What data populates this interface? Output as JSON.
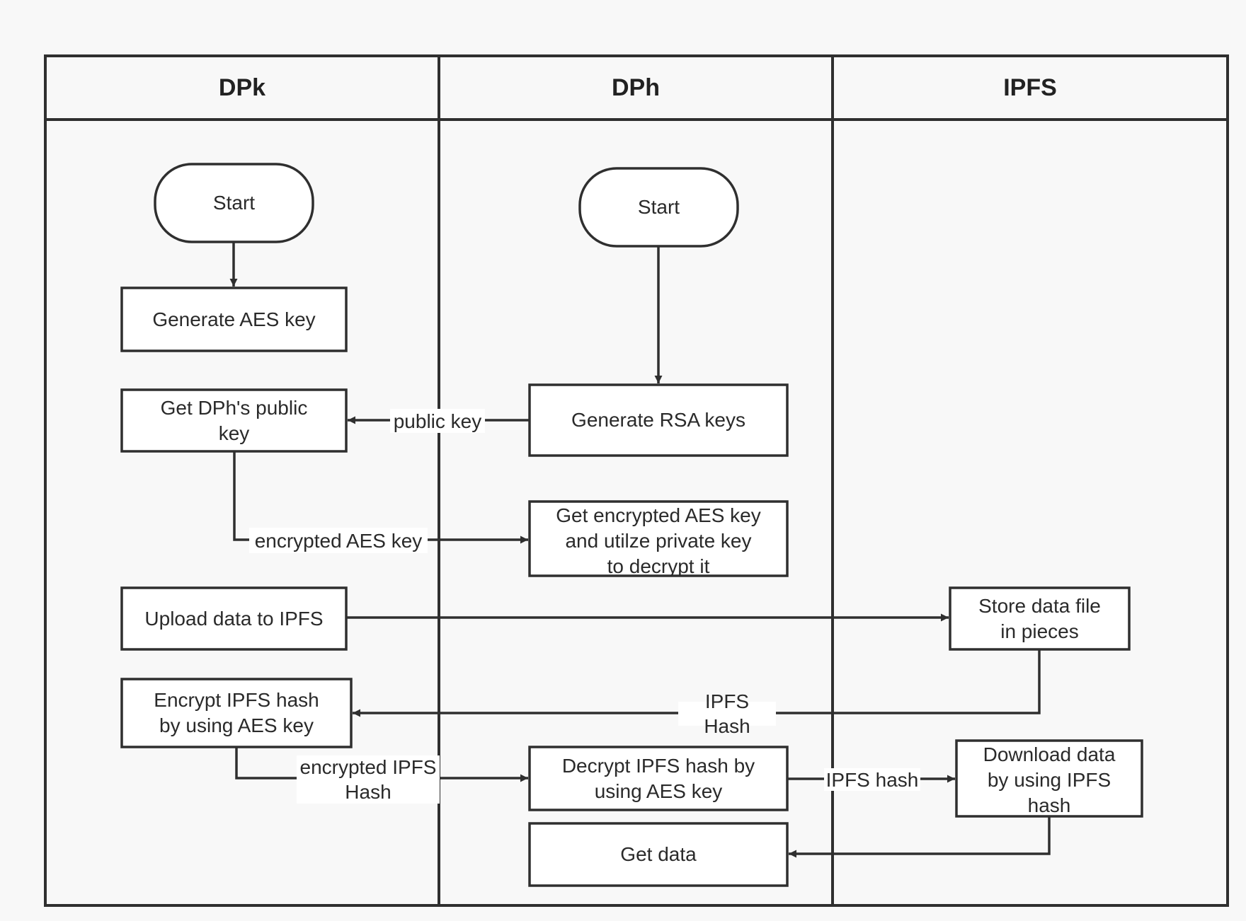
{
  "lanes": [
    {
      "title": "DPk"
    },
    {
      "title": "DPh"
    },
    {
      "title": "IPFS"
    }
  ],
  "nodes": {
    "dpk_start": "Start",
    "generate_aes_key": "Generate AES key",
    "get_dph_public_key": "Get DPh's public\nkey",
    "upload_data_to_ipfs": "Upload data to IPFS",
    "encrypt_ipfs_hash": "Encrypt IPFS hash\nby using AES key",
    "dph_start": "Start",
    "generate_rsa_keys": "Generate RSA keys",
    "get_encrypted_aes_key": "Get encrypted AES key\nand utilze private key\nto decrypt it",
    "decrypt_ipfs_hash": "Decrypt IPFS hash by\nusing AES key",
    "get_data": "Get data",
    "store_data_file": "Store data file\nin pieces",
    "download_data": "Download data\nby using IPFS\nhash"
  },
  "edges": {
    "public_key": "public key",
    "encrypted_aes_key": "encrypted AES key",
    "ipfs_hash_upper": "IPFS Hash",
    "encrypted_ipfs_hash": "encrypted IPFS\nHash",
    "ipfs_hash_lower": "IPFS hash"
  },
  "colors": {
    "stroke": "#2f2f2f",
    "node_fill": "#ffffff",
    "background": "#f8f8f8"
  }
}
